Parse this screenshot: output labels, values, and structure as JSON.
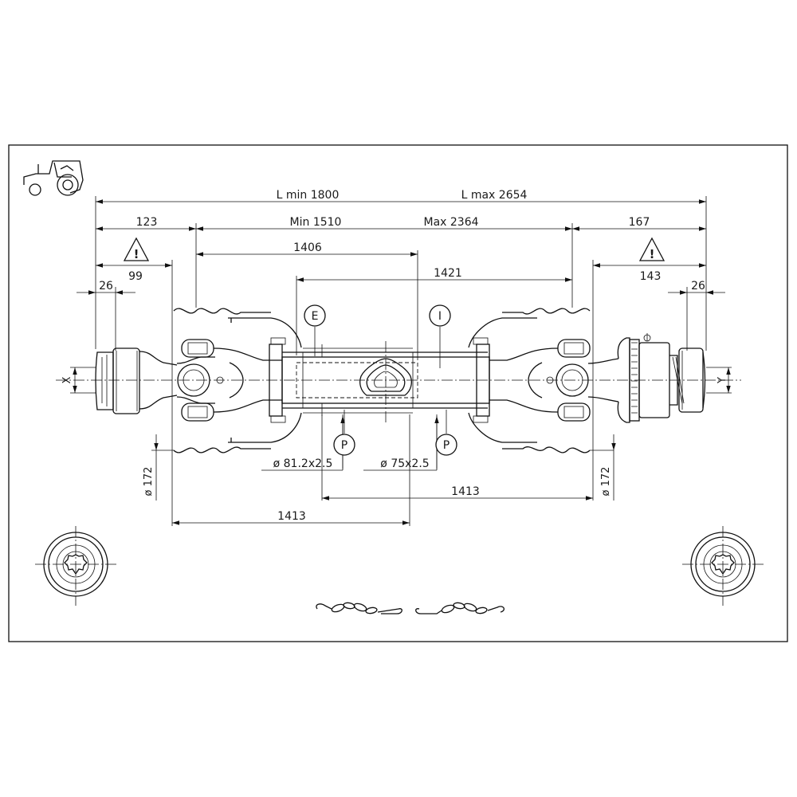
{
  "dimensions": {
    "l_min": "L min 1800",
    "l_max": "L max 2654",
    "left_end": "123",
    "min_inner": "Min 1510",
    "max_inner": "Max 2364",
    "right_end": "167",
    "left_tube": "1406",
    "right_tube": "1421",
    "left_guard": "99",
    "right_guard": "143",
    "left_yoke": "26",
    "right_yoke": "26",
    "left_guard_dia": "ø 172",
    "right_guard_dia": "ø 172",
    "outer_tube_dia": "ø 81.2x2.5",
    "inner_tube_dia": "ø 75x2.5",
    "lower_right_len": "1413",
    "lower_left_len": "1413"
  },
  "labels": {
    "x": "X",
    "y": "Y",
    "e": "E",
    "i": "I",
    "p_left": "P",
    "p_right": "P",
    "warning_left": "!",
    "warning_right": "!"
  },
  "icons": [
    "tractor-icon",
    "warning-icon",
    "spline-hub-icon",
    "safety-chain-icon"
  ]
}
